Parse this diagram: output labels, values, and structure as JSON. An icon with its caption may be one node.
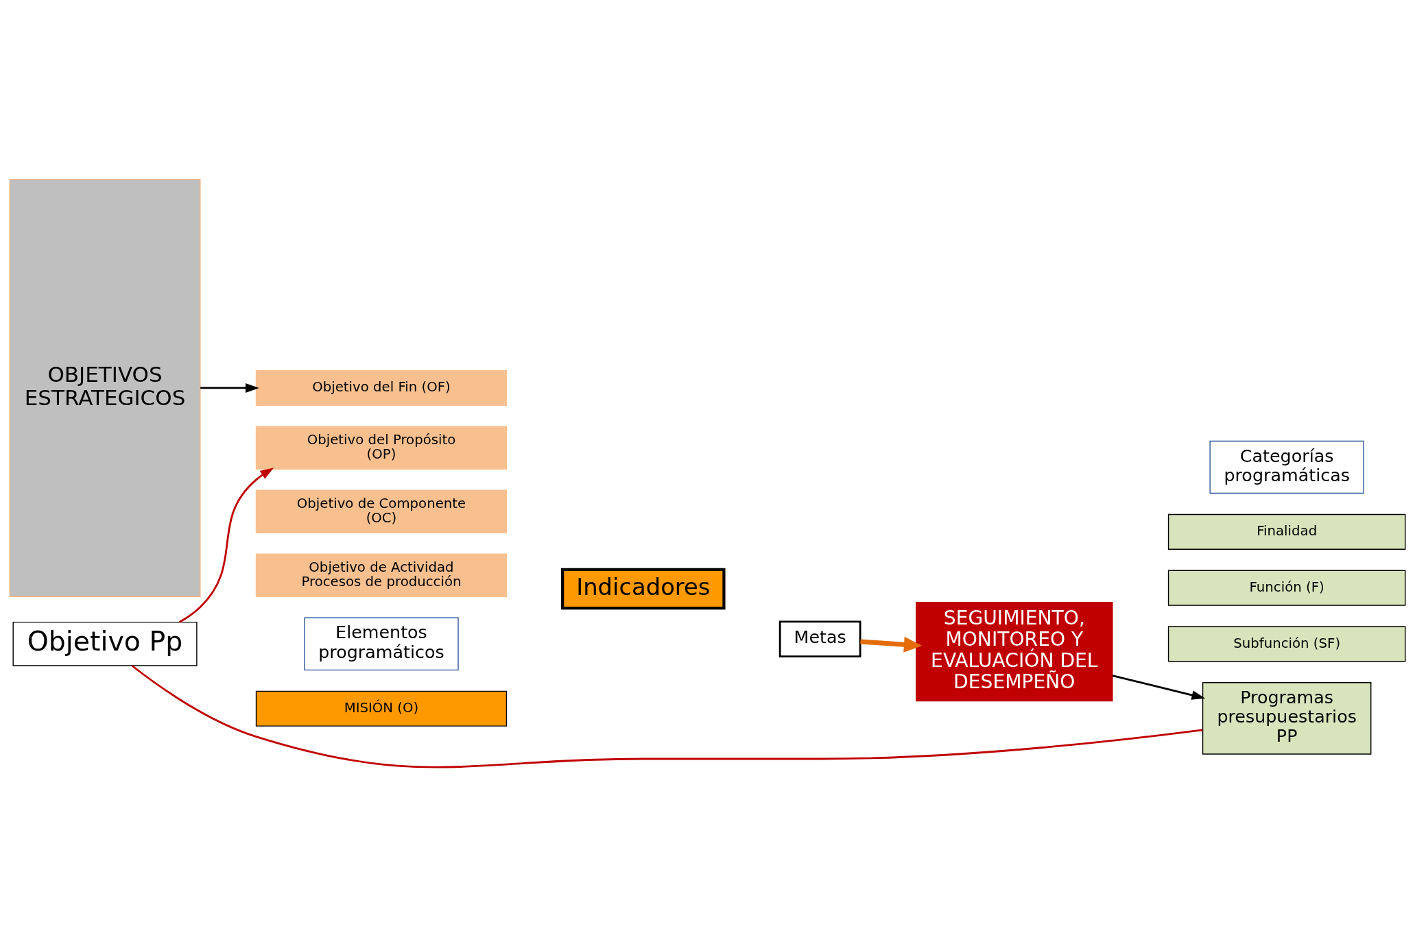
{
  "diagram": {
    "nodes": [
      {
        "text": [
          "OBJETIVOS ESTRATEGICOS"
        ]
      },
      {
        "text": [
          "Objetivo del Fin (OF)"
        ]
      },
      {
        "text": [
          "Objetivo del Propósito (OP)"
        ]
      },
      {
        "text": [
          "Objetivo de Componente (OC)"
        ]
      },
      {
        "text": [
          "Objetivo de Actividad Procesos de producción"
        ]
      },
      {
        "text": [
          "Indicadores"
        ]
      },
      {
        "text": [
          "Metas"
        ]
      },
      {
        "text": [
          "Objetivo Pp"
        ]
      },
      {
        "text": [
          "Categorías programáticas"
        ]
      },
      {
        "text": [
          "Finalidad"
        ]
      },
      {
        "text": [
          "Función (F)"
        ]
      },
      {
        "text": [
          "Subfunción (SF)"
        ]
      },
      {
        "text": [
          "Programas presupuestarios PP"
        ]
      },
      {
        "text": [
          "Elementos programáticos"
        ]
      },
      {
        "text": [
          "MISIÓN (O)"
        ]
      },
      {
        "text": [
          "SEGUIMIENTO, MONITOREO Y EVALUACIÓN DEL DESEMPEÑO"
        ]
      }
    ],
    "edges": [
      {
        "from": 0,
        "to": 1,
        "arrow": "to"
      },
      {
        "from": 7,
        "to": 2,
        "arrow": "to",
        "color": "#c00000"
      },
      {
        "from": 7,
        "to": 12,
        "arrow": "none",
        "color": "#c00000"
      },
      {
        "from": 6,
        "to": 15,
        "arrow": "to",
        "style": "thick",
        "color": "#e46c0a"
      },
      {
        "from": 15,
        "to": 12,
        "arrow": "to"
      }
    ]
  }
}
